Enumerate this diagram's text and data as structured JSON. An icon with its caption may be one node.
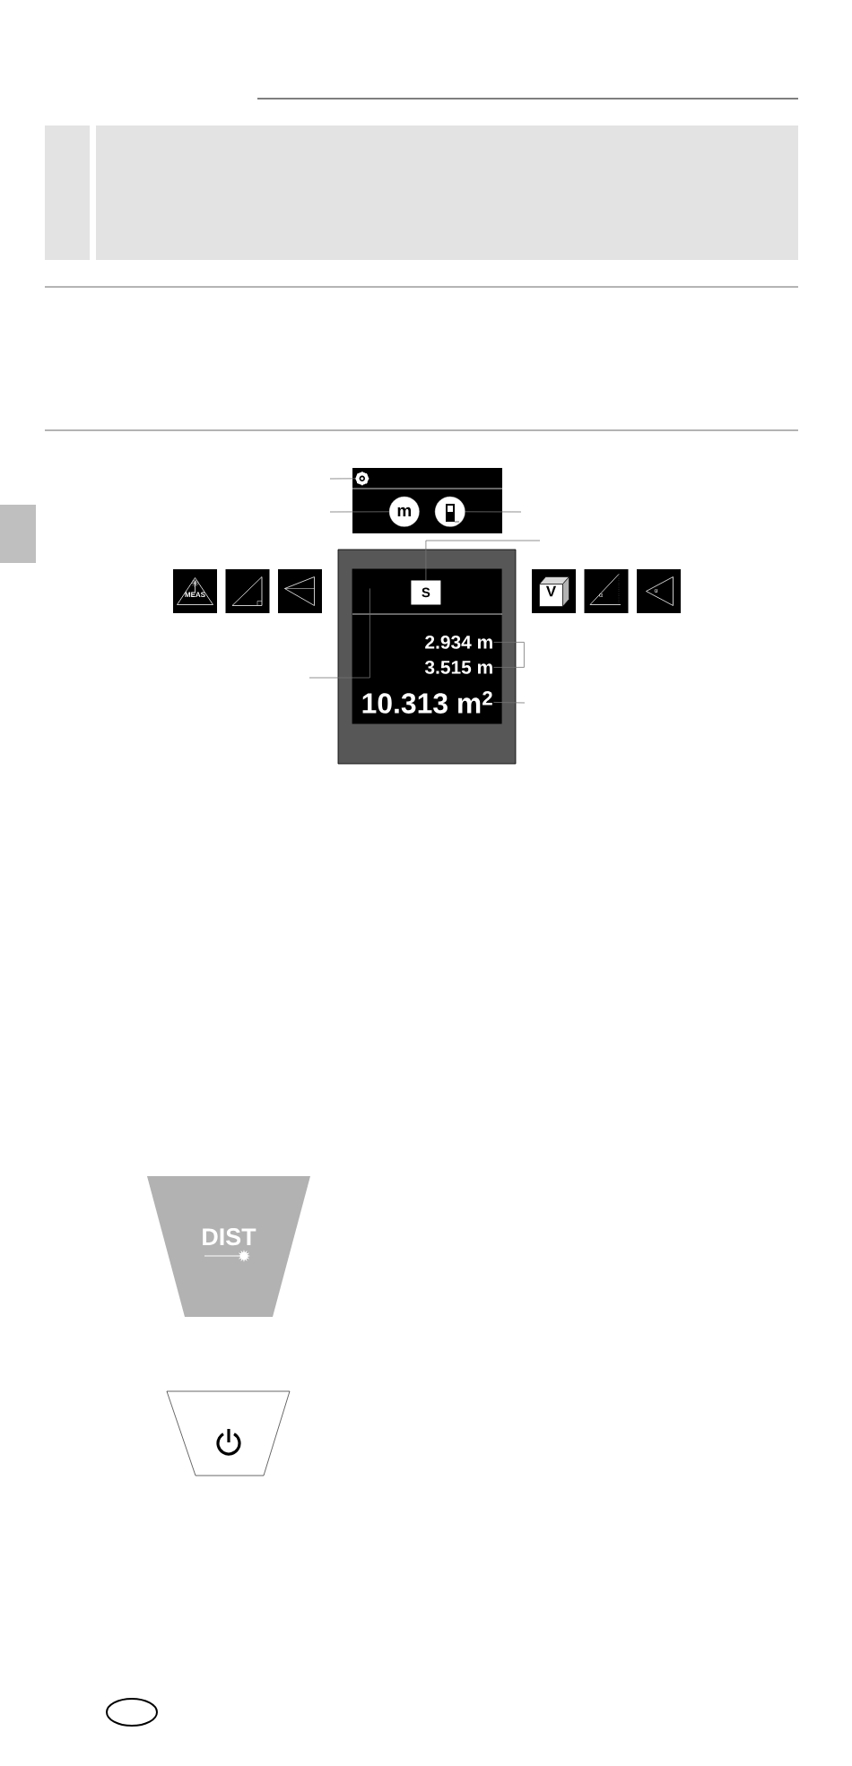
{
  "diagram": {
    "nodes": [
      {
        "text": [],
        "shape": "box"
      },
      {
        "text": [],
        "shape": "gear",
        "in": 0
      },
      {
        "text": [
          "m"
        ],
        "in": 0
      },
      {
        "text": [],
        "shape": "circle",
        "in": 0
      },
      {
        "text": [
          "MEAS"
        ]
      },
      {
        "text": [],
        "shape": "box"
      },
      {
        "text": [],
        "shape": "box"
      },
      {
        "text": [],
        "shape": "box"
      },
      {
        "text": [],
        "shape": "box",
        "in": 7
      },
      {
        "text": [
          "S"
        ],
        "in": 8
      },
      {
        "text": [
          "2.934 m"
        ],
        "in": 8
      },
      {
        "text": [
          "3.515 m"
        ],
        "in": 8
      },
      {
        "text": [
          "10.313 m$^{2}$"
        ],
        "in": 8
      },
      {
        "text": [
          "V"
        ]
      },
      {
        "text": [
          "α"
        ]
      },
      {
        "text": [
          "α"
        ]
      },
      {
        "text": [
          "DIST"
        ]
      },
      {
        "text": [],
        "shape": "trapezoid"
      }
    ],
    "edges": [
      {
        "from": null,
        "to": 1,
        "arrow": "none"
      },
      {
        "from": null,
        "to": 2,
        "arrow": "none"
      },
      {
        "from": null,
        "to": 3,
        "arrow": "none"
      },
      {
        "from": null,
        "to": 9,
        "arrow": "none"
      },
      {
        "from": null,
        "to": 8,
        "arrow": "none"
      },
      {
        "from": 10,
        "to": 11,
        "arrow": "none"
      },
      {
        "from": null,
        "to": 12,
        "arrow": "none"
      }
    ]
  }
}
